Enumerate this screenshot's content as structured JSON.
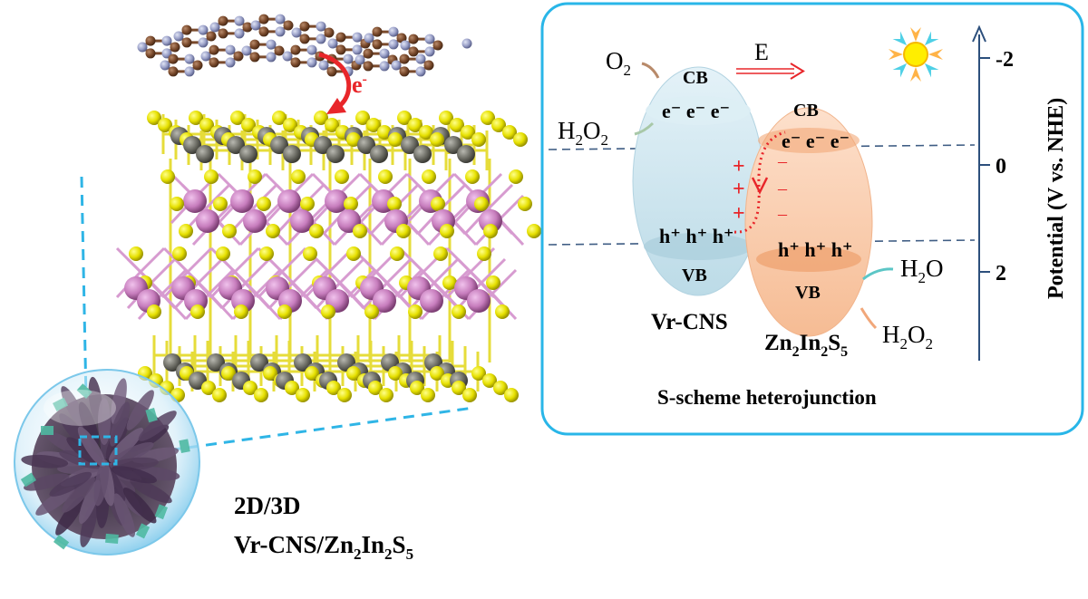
{
  "structure": {
    "electron_label": "e",
    "electron_sup": "-"
  },
  "particle": {
    "label_line1": "2D/3D",
    "label_line2_pre": "Vr-CNS/Zn",
    "sub1": "2",
    "mid1": "In",
    "sub2": "2",
    "mid2": "S",
    "sub3": "5"
  },
  "scheme": {
    "title": "S-scheme heterojunction",
    "field_label": "E",
    "o2": {
      "base": "O",
      "sub": "2"
    },
    "h2o2_left": {
      "p1": "H",
      "s1": "2",
      "p2": "O",
      "s2": "2"
    },
    "h2o": {
      "p1": "H",
      "s1": "2",
      "p2": "O"
    },
    "h2o2_right": {
      "p1": "H",
      "s1": "2",
      "p2": "O",
      "s2": "2"
    },
    "left_band": {
      "name": "Vr-CNS",
      "cb": "CB",
      "vb": "VB",
      "electrons": "e⁻  e⁻  e⁻",
      "holes": "h⁺ h⁺ h⁺",
      "fill": "#cfe6ef"
    },
    "right_band": {
      "name_pre": "Zn",
      "s1": "2",
      "mid1": "In",
      "s2": "2",
      "mid2": "S",
      "s3": "5",
      "cb": "CB",
      "vb": "VB",
      "electrons": "e⁻  e⁻  e⁻",
      "holes": "h⁺  h⁺  h⁺",
      "fill": "#f9cfb0"
    },
    "plus_signs": [
      "+",
      "+",
      "+"
    ],
    "minus_signs": [
      "–",
      "–",
      "–"
    ],
    "axis": {
      "label": "Potential (V vs. NHE)",
      "ticks": [
        {
          "label": "-2",
          "value": -2
        },
        {
          "label": "0",
          "value": 0
        },
        {
          "label": "2",
          "value": 2
        }
      ]
    },
    "colors": {
      "frame": "#29b6e8",
      "axis": "#2c4f7c",
      "red": "#e8262a"
    }
  }
}
